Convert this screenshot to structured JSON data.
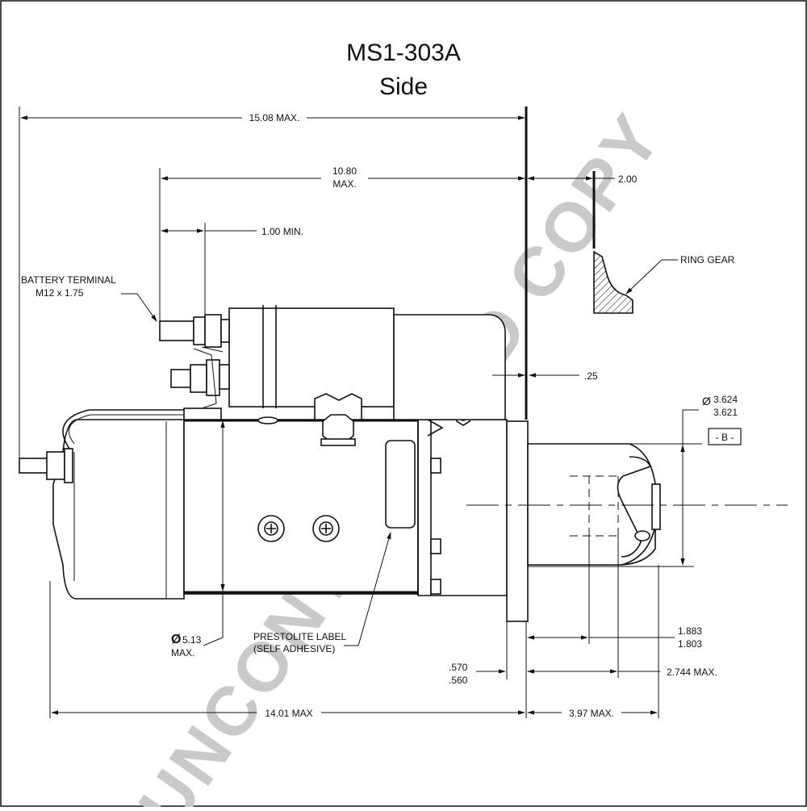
{
  "title": "MS1-303A",
  "subtitle": "Side",
  "watermark": "UNCONTROLLED COPY",
  "dimensions": {
    "overall_length": "15.08 MAX.",
    "solenoid_length_1": "10.80",
    "solenoid_length_2": "MAX.",
    "flange_offset": "2.00",
    "terminal_min": "1.00 MIN.",
    "gap": ".25",
    "pilot_dia_symbol": "Ø",
    "pilot_dia_max": "3.624",
    "pilot_dia_min": "3.621",
    "datum": "- B -",
    "body_dia_symbol": "Ø",
    "body_dia": "5.13",
    "body_dia_max": "MAX.",
    "pinion_pos_max": "1.883",
    "pinion_pos_min": "1.803",
    "flange_thk_max": ".570",
    "flange_thk_min": ".560",
    "nose_length": "2.744 MAX.",
    "body_length": "14.01 MAX",
    "front_length": "3.97 MAX."
  },
  "labels": {
    "battery_terminal_1": "BATTERY TERMINAL",
    "battery_terminal_2": "M12 x 1.75",
    "ring_gear": "RING GEAR",
    "prestolite_1": "PRESTOLITE LABEL",
    "prestolite_2": "(SELF ADHESIVE)"
  }
}
